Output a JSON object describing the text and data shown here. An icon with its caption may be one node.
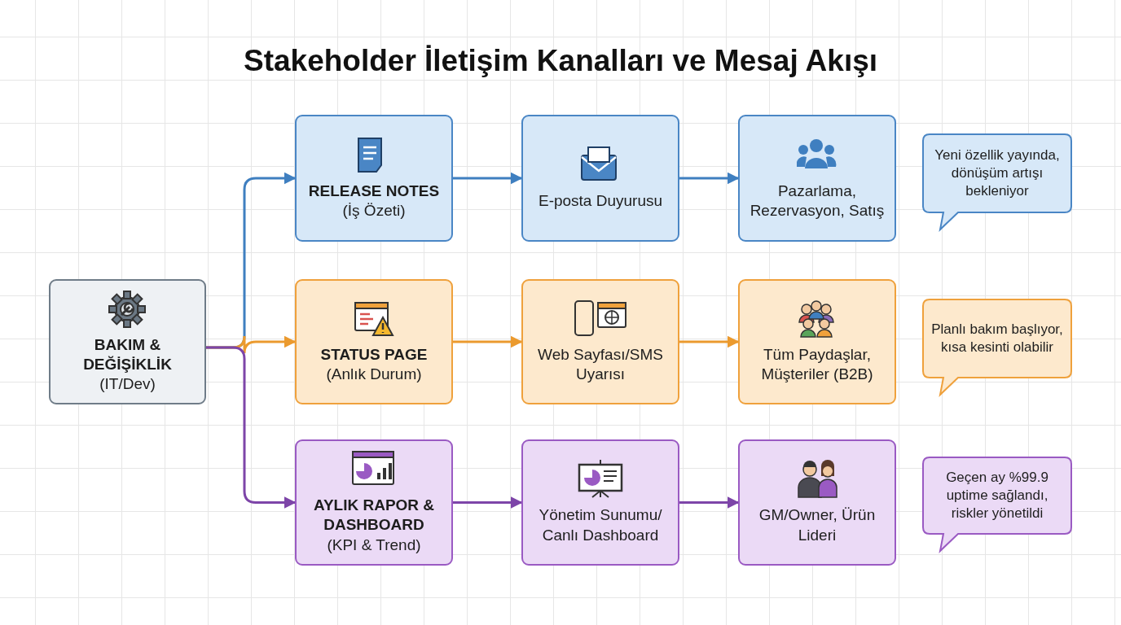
{
  "diagram": {
    "title": "Stakeholder İletişim Kanalları ve Mesaj Akışı",
    "nodes": [
      {
        "text": [
          "BAKIM & DEĞİŞİKLİK",
          "(IT/Dev)"
        ]
      },
      {
        "text": [
          "RELEASE NOTES",
          "(İş Özeti)"
        ]
      },
      {
        "text": [
          "E-posta Duyurusu"
        ]
      },
      {
        "text": [
          "Pazarlama, Rezervasyon, Satış"
        ]
      },
      {
        "text": [
          "Yeni özellik yayında, dönüşüm artışı bekleniyor"
        ]
      },
      {
        "text": [
          "STATUS PAGE",
          "(Anlık Durum)"
        ]
      },
      {
        "text": [
          "Web Sayfası/SMS Uyarısı"
        ]
      },
      {
        "text": [
          "Tüm Paydaşlar, Müşteriler (B2B)"
        ]
      },
      {
        "text": [
          "Planlı bakım başlıyor, kısa kesinti olabilir"
        ]
      },
      {
        "text": [
          "AYLIK RAPOR & DASHBOARD",
          "(KPI & Trend)"
        ]
      },
      {
        "text": [
          "Yönetim Sunumu/ Canlı Dashboard"
        ]
      },
      {
        "text": [
          "GM/Owner, Ürün Lideri"
        ]
      },
      {
        "text": [
          "Geçen ay %99.9 uptime sağlandı, riskler yönetildi"
        ]
      }
    ],
    "edges": [
      {
        "from": 0,
        "to": 1,
        "arrow": "to",
        "color": "#3f7fc0"
      },
      {
        "from": 0,
        "to": 5,
        "arrow": "to",
        "color": "#eb9a2e"
      },
      {
        "from": 0,
        "to": 9,
        "arrow": "to",
        "color": "#7d45a8"
      },
      {
        "from": 1,
        "to": 2,
        "arrow": "to",
        "color": "#3f7fc0"
      },
      {
        "from": 2,
        "to": 3,
        "arrow": "to",
        "color": "#3f7fc0"
      },
      {
        "from": 5,
        "to": 6,
        "arrow": "to",
        "color": "#eb9a2e"
      },
      {
        "from": 6,
        "to": 7,
        "arrow": "to",
        "color": "#eb9a2e"
      },
      {
        "from": 9,
        "to": 10,
        "arrow": "to",
        "color": "#7d45a8"
      },
      {
        "from": 10,
        "to": 11,
        "arrow": "to",
        "color": "#7d45a8"
      }
    ]
  }
}
